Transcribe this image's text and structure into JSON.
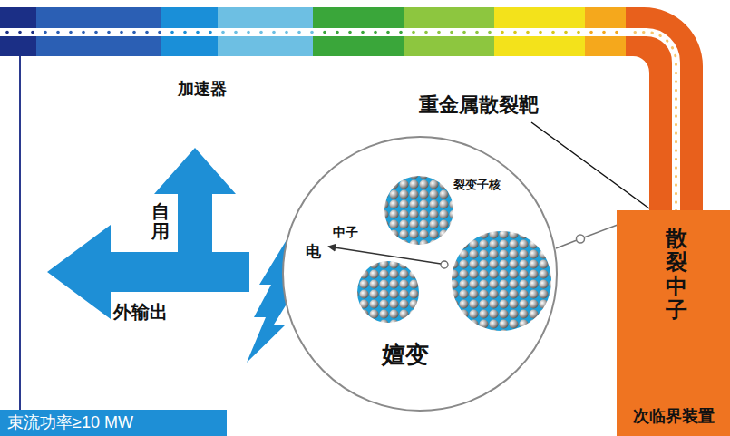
{
  "diagram": {
    "nodes": [
      {
        "text": [
          "自用",
          "外输出"
        ]
      },
      {
        "text": [
          "裂变子核",
          "中子",
          "嬗变"
        ]
      },
      {
        "text": [
          "散裂中子",
          "次临界装置"
        ]
      },
      {
        "text": [
          "束流功率≥10 MW"
        ]
      }
    ],
    "labels": [
      "加速器",
      "重金属散裂靶",
      "电"
    ]
  }
}
